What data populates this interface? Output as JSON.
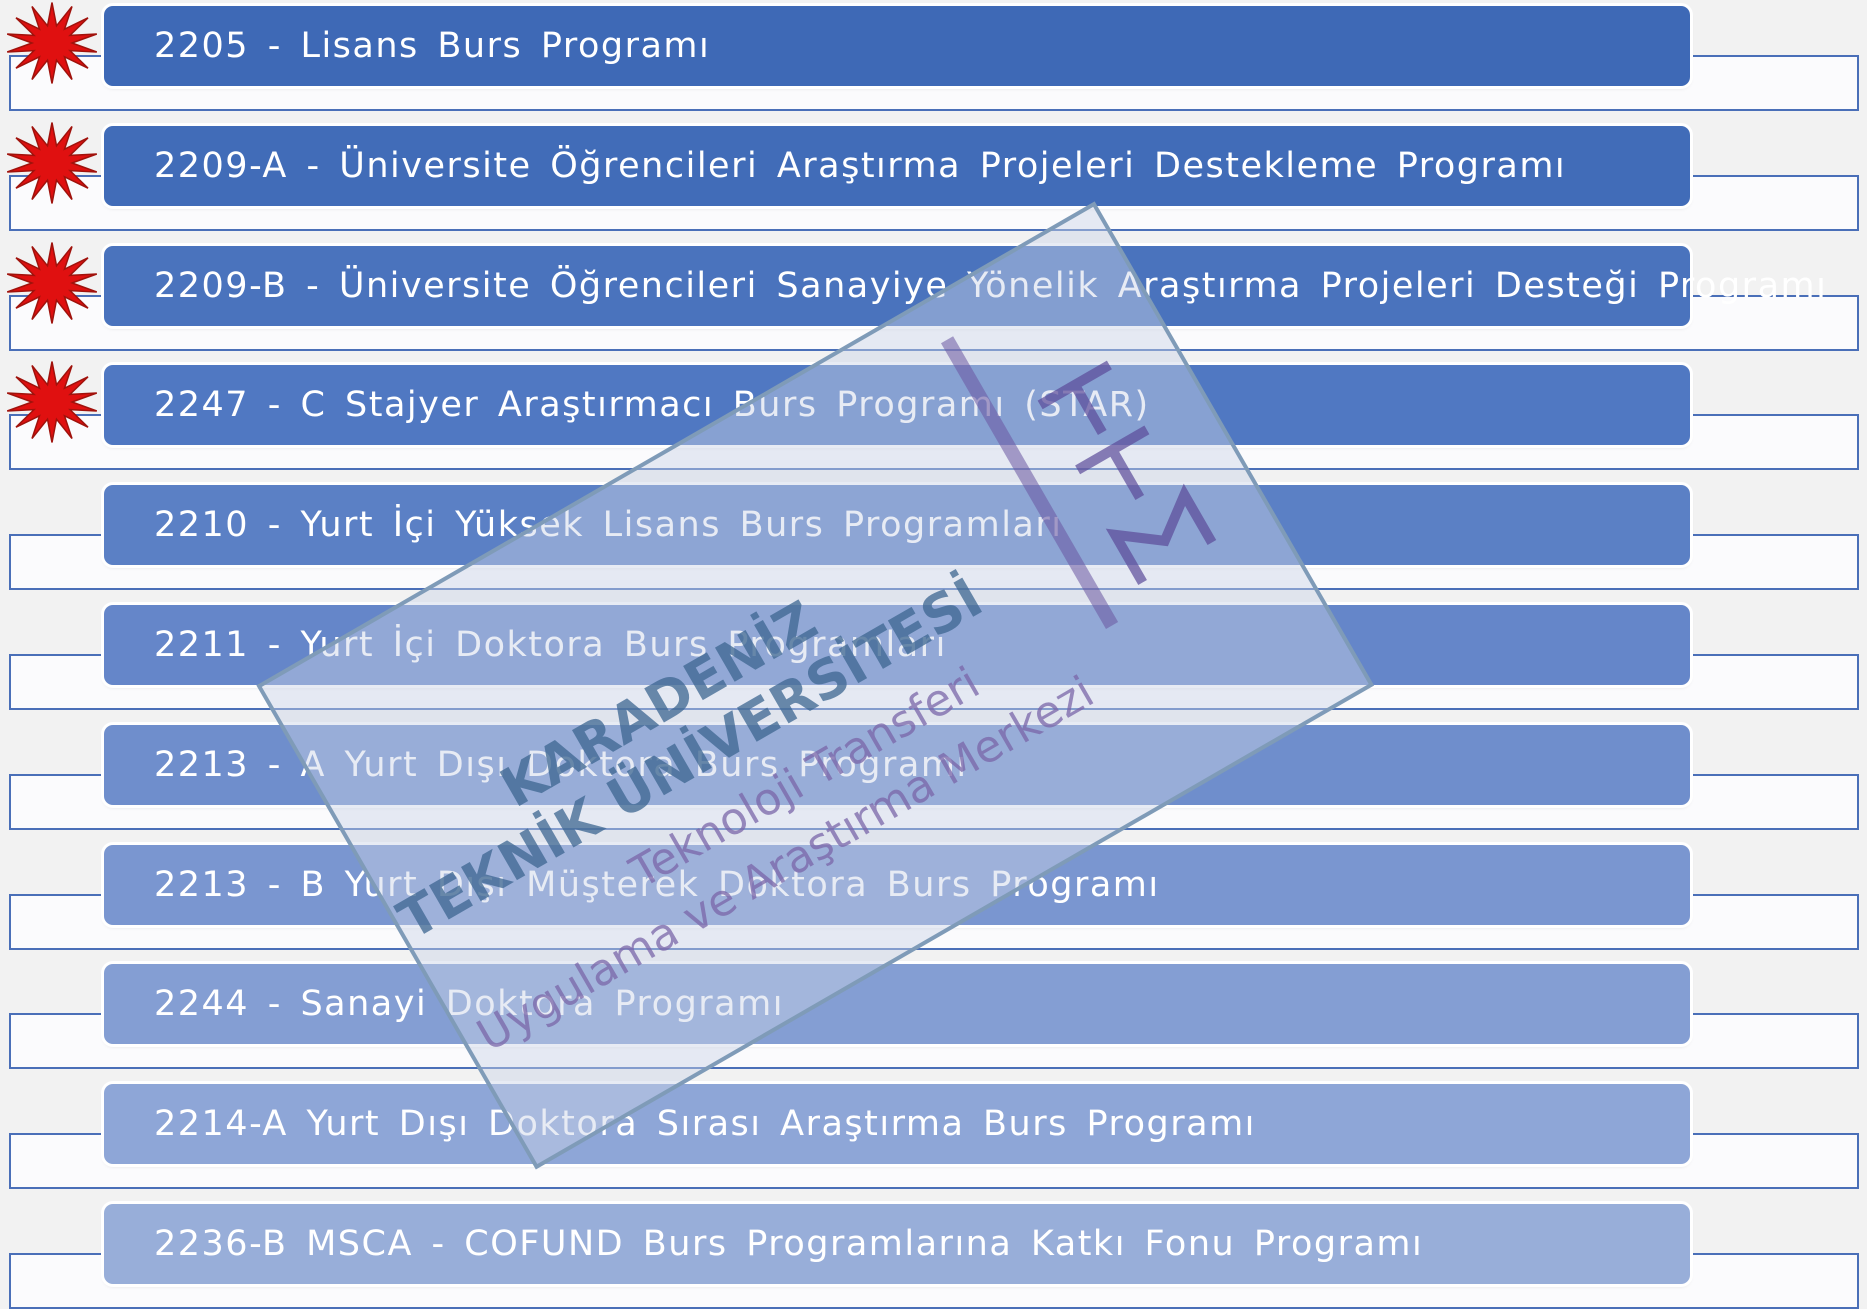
{
  "programs": [
    {
      "label": "2205 - Lisans Burs Programı",
      "highlighted": true,
      "color": "#3e69b6"
    },
    {
      "label": "2209-A - Üniversite Öğrencileri Araştırma Projeleri Destekleme Programı",
      "highlighted": true,
      "color": "#416cb8"
    },
    {
      "label": "2209-B - Üniversite Öğrencileri Sanayiye Yönelik Araştırma Projeleri Desteği Programı",
      "highlighted": true,
      "color": "#4a73bd"
    },
    {
      "label": "2247 - C Stajyer Araştırmacı Burs Programı (STAR)",
      "highlighted": true,
      "color": "#5078c2"
    },
    {
      "label": "2210 - Yurt İçi Yüksek Lisans Burs Programları",
      "highlighted": false,
      "color": "#5b80c5"
    },
    {
      "label": "2211 - Yurt İçi Doktora Burs Programları",
      "highlighted": false,
      "color": "#6586c9"
    },
    {
      "label": "2213 - A Yurt Dışı Doktora Burs Programı",
      "highlighted": false,
      "color": "#6f8ecc"
    },
    {
      "label": "2213 - B Yurt Dışı Müşterek Doktora Burs Programı",
      "highlighted": false,
      "color": "#7a96d0"
    },
    {
      "label": "2244 - Sanayi Doktora Programı",
      "highlighted": false,
      "color": "#849ed3"
    },
    {
      "label": "2214-A Yurt Dışı Doktora Sırası Araştırma Burs Programı",
      "highlighted": false,
      "color": "#8ea6d7"
    },
    {
      "label": "2236-B MSCA - COFUND Burs Programlarına Katkı Fonu Programı",
      "highlighted": false,
      "color": "#98aed9"
    }
  ],
  "watermark": {
    "line1": "KARADENİZ",
    "line2": "TEKNİK ÜNİVERSİTESİ",
    "line3": "Teknoloji Transferi",
    "line4": "Uygulama ve Araştırma Merkezi",
    "logo": "TTM",
    "colors": {
      "stamp_border": "#7f9bb8",
      "stamp_fill": "#c9d3e6",
      "title_text": "#3c6690",
      "subtitle_text": "#7a66a8"
    }
  },
  "icons": {
    "highlight": "red-starburst-icon"
  },
  "colors": {
    "frame_border": "#4a6fb8",
    "background": "#f2f2f2",
    "starburst": "#e01010"
  }
}
